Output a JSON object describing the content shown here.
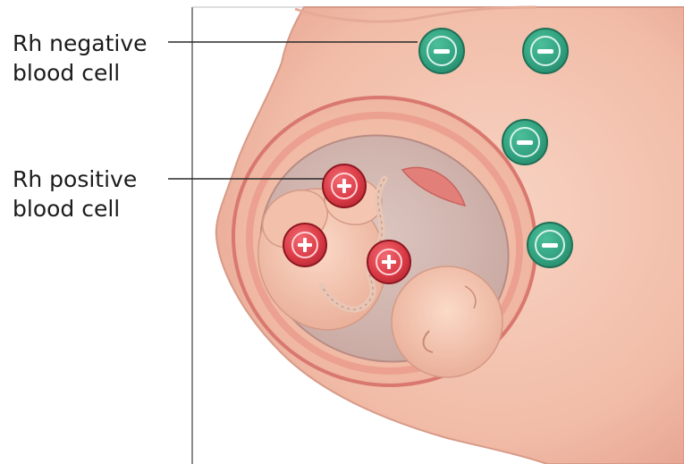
{
  "labels": {
    "rh_negative": {
      "line1": "Rh negative",
      "line2": "blood cell"
    },
    "rh_positive": {
      "line1": "Rh positive",
      "line2": "blood cell"
    }
  },
  "colors": {
    "skin": "#f3c3b0",
    "skin_shadow": "#e49a88",
    "uterus": "#e98b84",
    "rh_negative_cell": "#2f9e7c",
    "rh_positive_cell": "#d93a45"
  },
  "legend": {
    "rh_negative_cell_icon": "minus-icon",
    "rh_positive_cell_icon": "plus-icon"
  }
}
